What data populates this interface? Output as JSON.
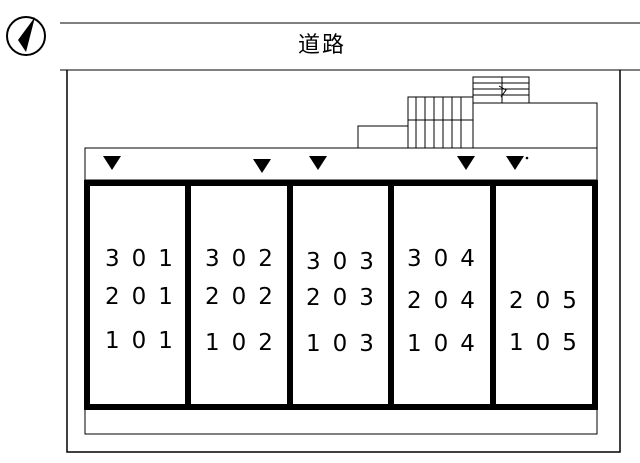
{
  "road": {
    "label": "道路"
  },
  "units": [
    {
      "rooms": [
        "301",
        "201",
        "101"
      ]
    },
    {
      "rooms": [
        "302",
        "202",
        "102"
      ]
    },
    {
      "rooms": [
        "303",
        "203",
        "103"
      ]
    },
    {
      "rooms": [
        "304",
        "204",
        "104"
      ]
    },
    {
      "rooms": [
        "",
        "205",
        "105"
      ]
    }
  ],
  "icons": {
    "north": "north-arrow-icon",
    "entrance": "entrance-triangle-icon"
  },
  "colors": {
    "line": "#000000",
    "background": "#ffffff"
  }
}
